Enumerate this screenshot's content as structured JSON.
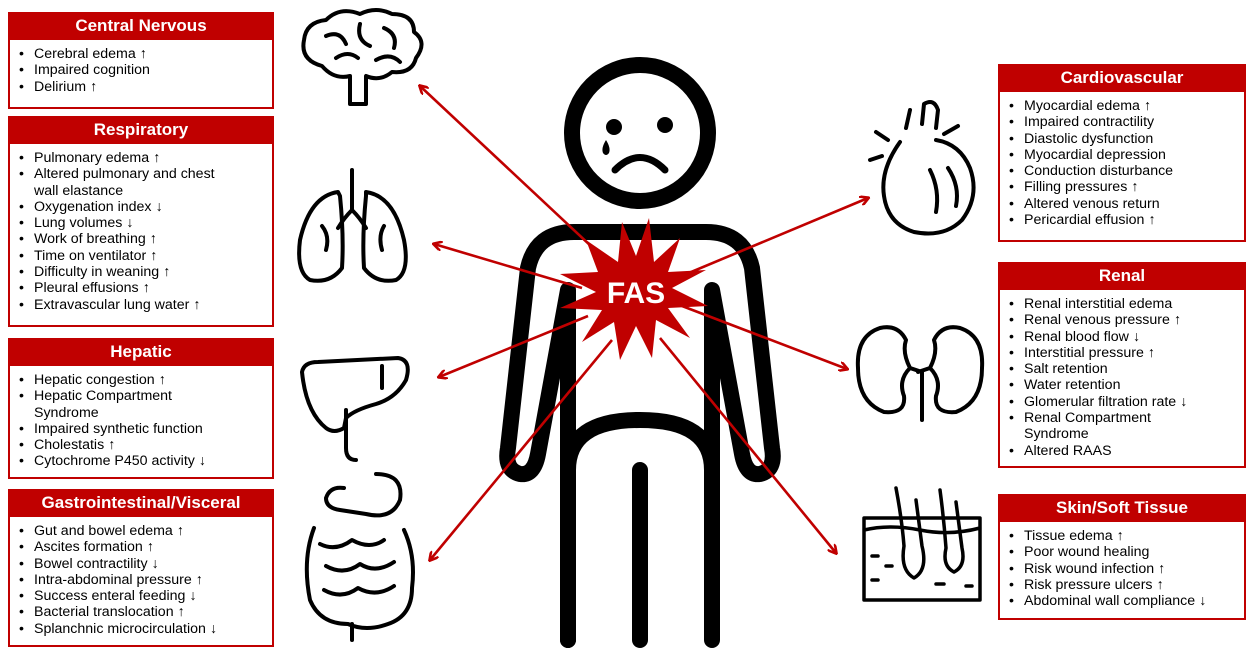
{
  "colors": {
    "accent": "#c00000",
    "ink": "#000000"
  },
  "center": {
    "label": "FAS"
  },
  "boxes": {
    "central_nervous": {
      "title": "Central Nervous",
      "items": [
        "Cerebral edema ↑",
        "Impaired cognition",
        "Delirium ↑"
      ]
    },
    "respiratory": {
      "title": "Respiratory",
      "items": [
        "Pulmonary edema ↑",
        "Altered pulmonary and chest",
        "wall elastance",
        "Oxygenation index ↓",
        "Lung volumes ↓",
        "Work of breathing ↑",
        "Time on ventilator ↑",
        "Difficulty in weaning ↑",
        "Pleural effusions ↑",
        "Extravascular lung water ↑"
      ]
    },
    "hepatic": {
      "title": "Hepatic",
      "items": [
        "Hepatic congestion ↑",
        "Hepatic Compartment",
        "Syndrome",
        "Impaired synthetic function",
        "Cholestatis ↑",
        "Cytochrome P450 activity ↓"
      ]
    },
    "gastro": {
      "title": "Gastrointestinal/Visceral",
      "items": [
        "Gut and bowel edema ↑",
        "Ascites formation ↑",
        "Bowel contractility ↓",
        "Intra-abdominal pressure ↑",
        "Success enteral feeding ↓",
        "Bacterial translocation ↑",
        "Splanchnic microcirculation ↓"
      ]
    },
    "cardiovascular": {
      "title": "Cardiovascular",
      "items": [
        "Myocardial edema ↑",
        "Impaired contractility",
        "Diastolic dysfunction",
        "Myocardial depression",
        "Conduction disturbance",
        "Filling pressures ↑",
        "Altered venous return",
        "Pericardial effusion ↑"
      ]
    },
    "renal": {
      "title": "Renal",
      "items": [
        "Renal interstitial edema",
        "Renal venous pressure ↑",
        "Renal blood flow ↓",
        "Interstitial pressure ↑",
        "Salt retention",
        "Water retention",
        "Glomerular filtration rate ↓",
        "Renal Compartment",
        "Syndrome",
        "Altered RAAS"
      ]
    },
    "skin": {
      "title": "Skin/Soft Tissue",
      "items": [
        "Tissue edema ↑",
        "Poor wound healing",
        "Risk wound infection ↑",
        "Risk pressure ulcers ↑",
        "Abdominal wall compliance ↓"
      ]
    }
  }
}
